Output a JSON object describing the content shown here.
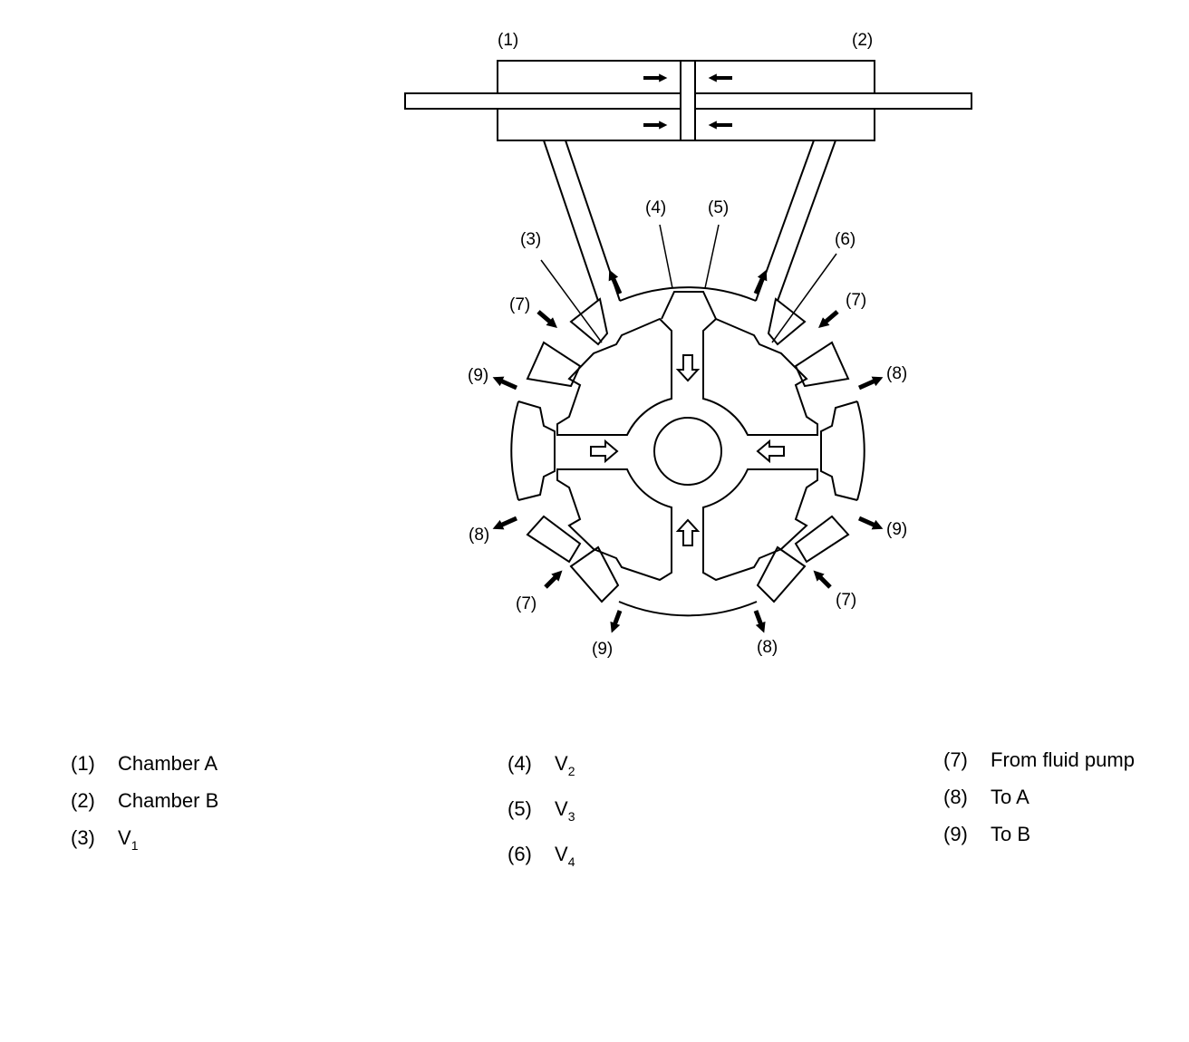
{
  "diagram": {
    "callouts": {
      "n1": "(1)",
      "n2": "(2)",
      "n3": "(3)",
      "n4": "(4)",
      "n5": "(5)",
      "n6": "(6)",
      "n7": "(7)",
      "n8": "(8)",
      "n9": "(9)"
    }
  },
  "legend": {
    "col1": [
      {
        "num": "(1)",
        "text": "Chamber A"
      },
      {
        "num": "(2)",
        "text": "Chamber B"
      },
      {
        "num": "(3)",
        "text": "V",
        "sub": "1"
      }
    ],
    "col2": [
      {
        "num": "(4)",
        "text": "V",
        "sub": "2"
      },
      {
        "num": "(5)",
        "text": "V",
        "sub": "3"
      },
      {
        "num": "(6)",
        "text": "V",
        "sub": "4"
      }
    ],
    "col3": [
      {
        "num": "(7)",
        "text": "From fluid pump"
      },
      {
        "num": "(8)",
        "text": "To A"
      },
      {
        "num": "(9)",
        "text": "To B"
      }
    ]
  }
}
